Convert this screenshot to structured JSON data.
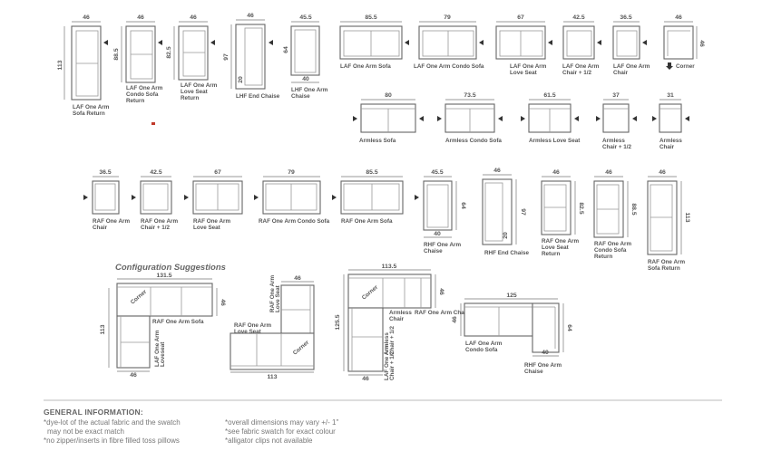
{
  "row1": [
    {
      "w": "46",
      "h": "113",
      "l1": "LAF One Arm",
      "l2": "Sofa Return"
    },
    {
      "w": "46",
      "h": "88.5",
      "l1": "LAF One Arm",
      "l2": "Condo Sofa",
      "l3": "Return"
    },
    {
      "w": "46",
      "h": "82.5",
      "l1": "LAF One Arm",
      "l2": "Love Seat",
      "l3": "Return"
    },
    {
      "w": "46",
      "h": "97",
      "d": "20",
      "l1": "LHF End Chaise"
    },
    {
      "w": "45.5",
      "h": "64",
      "d": "40",
      "l1": "LHF One Arm",
      "l2": "Chaise"
    },
    {
      "w": "85.5",
      "l1": "LAF One Arm Sofa"
    },
    {
      "w": "79",
      "l1": "LAF One Arm Condo Sofa"
    },
    {
      "w": "67",
      "l1": "LAF One Arm",
      "l2": "Love Seat"
    },
    {
      "w": "42.5",
      "l1": "LAF One Arm",
      "l2": "Chair + 1/2"
    },
    {
      "w": "36.5",
      "l1": "LAF One Arm",
      "l2": "Chair"
    },
    {
      "w": "46",
      "h": "46",
      "l1": "Corner"
    }
  ],
  "row2": [
    {
      "w": "80",
      "l1": "Armless Sofa"
    },
    {
      "w": "73.5",
      "l1": "Armless Condo Sofa"
    },
    {
      "w": "61.5",
      "l1": "Armless Love Seat"
    },
    {
      "w": "37",
      "l1": "Armless",
      "l2": "Chair + 1/2"
    },
    {
      "w": "31",
      "l1": "Armless",
      "l2": "Chair"
    }
  ],
  "row3": [
    {
      "w": "36.5",
      "l1": "RAF One Arm",
      "l2": "Chair"
    },
    {
      "w": "42.5",
      "l1": "RAF One Arm",
      "l2": "Chair + 1/2"
    },
    {
      "w": "67",
      "l1": "RAF One Arm",
      "l2": "Love Seat"
    },
    {
      "w": "79",
      "l1": "RAF One Arm Condo Sofa"
    },
    {
      "w": "85.5",
      "l1": "RAF One Arm Sofa"
    },
    {
      "w": "45.5",
      "h": "64",
      "d": "40",
      "l1": "RHF One Arm",
      "l2": "Chaise"
    },
    {
      "w": "46",
      "h": "97",
      "d": "20",
      "l1": "RHF End Chaise"
    },
    {
      "w": "46",
      "h": "82.5",
      "l1": "RAF One Arm",
      "l2": "Love Seat",
      "l3": "Return"
    },
    {
      "w": "46",
      "h": "88.5",
      "l1": "RAF One Arm",
      "l2": "Condo Sofa",
      "l3": "Return"
    },
    {
      "w": "46",
      "h": "113",
      "l1": "RAF One Arm",
      "l2": "Sofa Return"
    }
  ],
  "config": {
    "title": "Configuration Suggestions",
    "c1": {
      "w": "131.5",
      "h": "113",
      "h2": "46",
      "w2": "46",
      "corner": "Corner",
      "l1": "RAF One Arm Sofa",
      "l2": "LAF One Arm",
      "l3": "Loveseat"
    },
    "c2": {
      "w": "46",
      "w2": "113",
      "corner": "Corner",
      "l1": "RAF One Arm",
      "l2": "Love Seat",
      "l3": "RAF One Arm",
      "l4": "Love Seat"
    },
    "c3": {
      "w": "113.5",
      "h": "125.5",
      "h2": "46",
      "w2": "46",
      "corner": "Corner",
      "l1": "Armless",
      "l2": "Chair",
      "l3": "RAF One Arm Chair",
      "l4": "Armless",
      "l5": "Chair + 1/2",
      "l6": "LAF One Arm",
      "l7": "Chair + 1/2"
    },
    "c4": {
      "w": "125",
      "h": "46",
      "h2": "64",
      "d": "40",
      "l1": "LAF One Arm",
      "l2": "Condo Sofa",
      "l3": "RHF One Arm",
      "l4": "Chaise"
    }
  },
  "info": {
    "heading": "GENERAL INFORMATION:",
    "left": [
      "*dye-lot of the actual fabric and the swatch",
      "may not be exact match",
      "*no zipper/inserts in fibre filled toss pillows"
    ],
    "right": [
      "*overall dimensions may vary +/- 1\"",
      "*see fabric swatch for exact colour",
      "*alligator clips not available"
    ]
  }
}
